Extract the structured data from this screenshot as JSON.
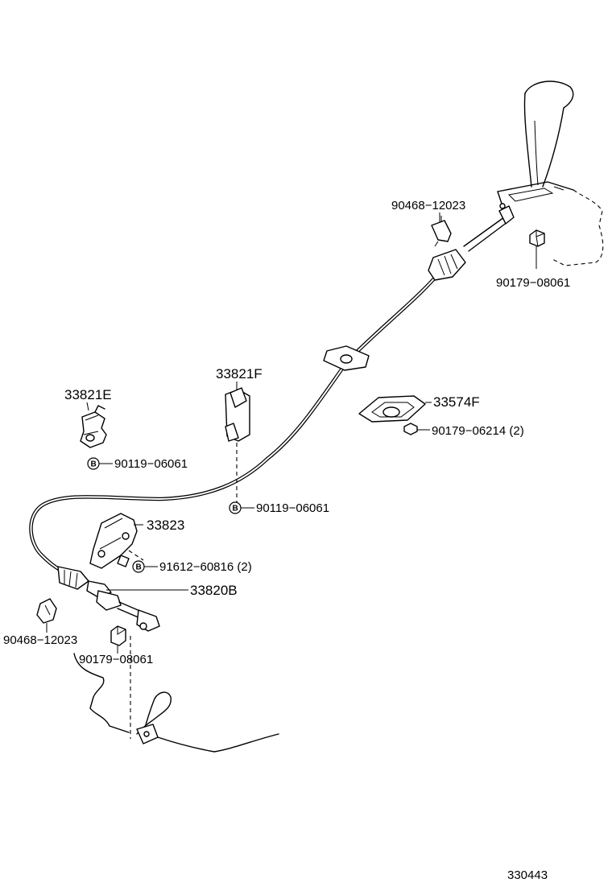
{
  "labels": {
    "bolt_shifter_bracket": "90468−12023",
    "nut_shifter": "90179−08061",
    "clamp_33821F": "33821F",
    "clamp_33821E": "33821E",
    "retainer_33574F": "33574F",
    "nut_retainer": "90179−06214 (2)",
    "bolt_clamp_e": "90119−06061",
    "bolt_clamp_f": "90119−06061",
    "bracket_33823": "33823",
    "bolt_bracket": "91612−60816 (2)",
    "cable_33820B": "33820B",
    "clip_transmission": "90468−12023",
    "nut_transmission": "90179−08061",
    "diagram_code": "330443"
  },
  "badge_letter": "B"
}
